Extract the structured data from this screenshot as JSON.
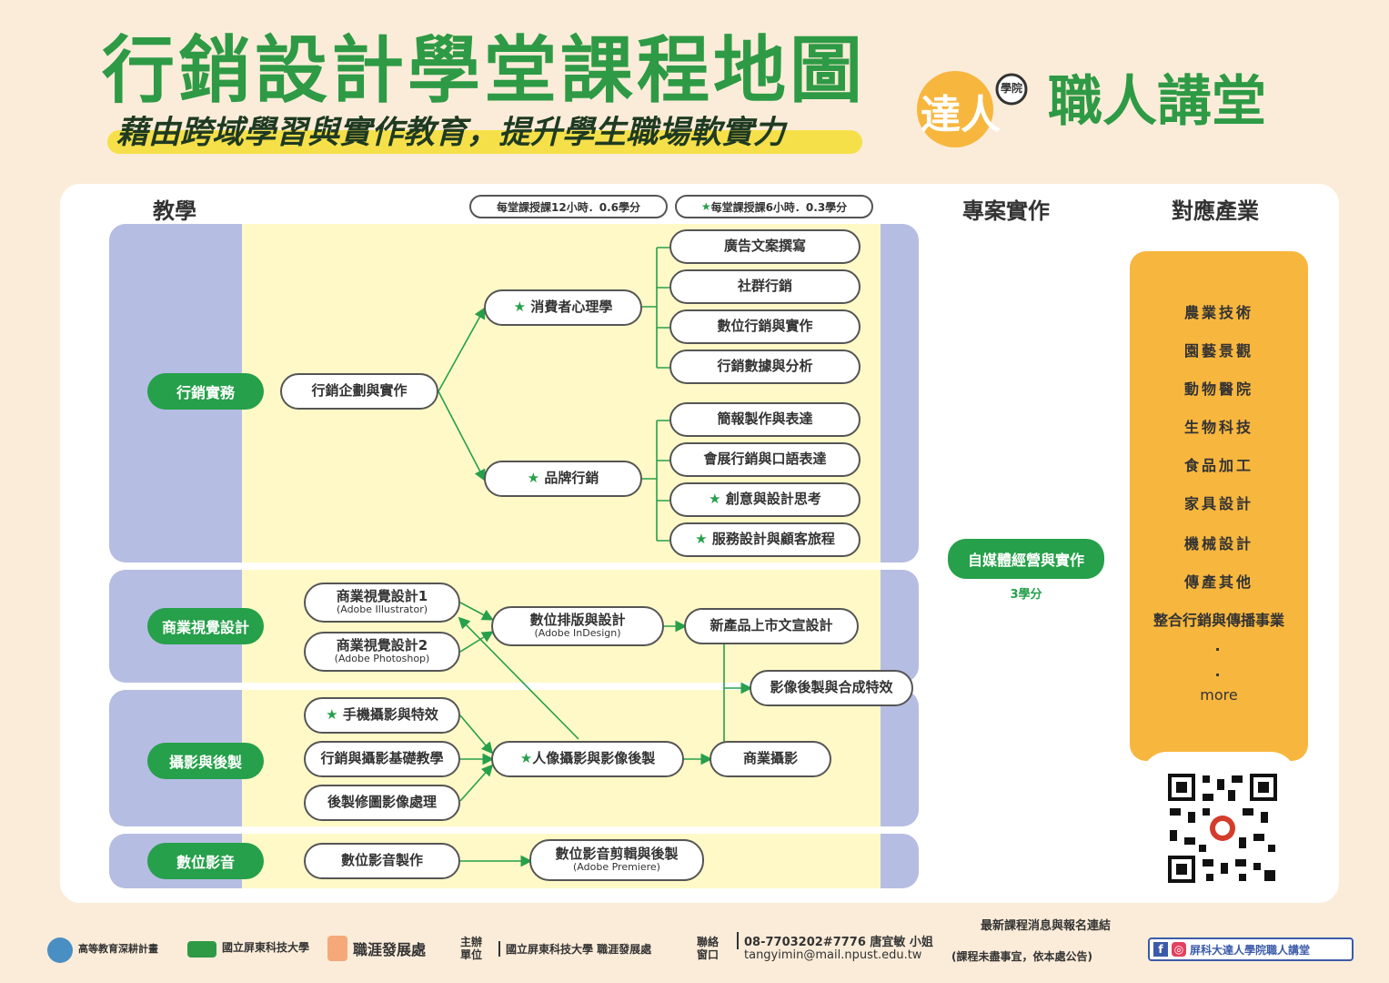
{
  "header": {
    "title": "行銷設計學堂課程地圖",
    "subtitle": "藉由跨域學習與實作教育，提升學生職場軟實力",
    "brand_badge": "達人",
    "brand_badge_small": "學院",
    "brand_name": "職人講堂"
  },
  "columns": {
    "teaching": "教學",
    "project": "專案實作",
    "industry": "對應產業"
  },
  "legend": {
    "normal": "每堂課授課12小時．0.6學分",
    "star": "每堂課授課6小時．0.3學分"
  },
  "star_symbol": "★",
  "categories": [
    "行銷實務",
    "商業視覺設計",
    "攝影與後製",
    "數位影音"
  ],
  "courses": {
    "marketing_plan": "行銷企劃與實作",
    "consumer_psych": "消費者心理學",
    "brand_marketing": "品牌行銷",
    "ad_copy": "廣告文案撰寫",
    "social": "社群行銷",
    "digital_mkt": "數位行銷與實作",
    "mkt_data": "行銷數據與分析",
    "presentation": "簡報製作與表達",
    "expo": "會展行銷與口語表達",
    "creative": "創意與設計思考",
    "service": "服務設計與顧客旅程",
    "cvd1": "商業視覺設計1",
    "cvd1_sub": "(Adobe Illustrator)",
    "cvd2": "商業視覺設計2",
    "cvd2_sub": "(Adobe Photoshop)",
    "layout": "數位排版與設計",
    "layout_sub": "(Adobe InDesign)",
    "launch": "新產品上市文宣設計",
    "postfx": "影像後製與合成特效",
    "mobile_photo": "手機攝影與特效",
    "mkt_photo": "行銷與攝影基礎教學",
    "retouch": "後製修圖影像處理",
    "portrait": "人像攝影與影像後製",
    "commercial": "商業攝影",
    "video": "數位影音製作",
    "editing": "數位影音剪輯與後製",
    "editing_sub": "(Adobe Premiere)"
  },
  "project": {
    "name": "自媒體經營與實作",
    "credits": "3學分"
  },
  "industries": [
    "農業技術",
    "園藝景觀",
    "動物醫院",
    "生物科技",
    "食品加工",
    "家具設計",
    "機械設計",
    "傳產其他",
    "整合行銷與傳播事業",
    ".",
    ".",
    "more"
  ],
  "footer": {
    "latest": "最新課程消息與報名連結",
    "logo1": "高等教育深耕計畫",
    "logo2": "國立屏東科技大學",
    "logo3": "職涯發展處",
    "host_label": "主辦單位",
    "host": "國立屏東科技大學 職涯發展處",
    "contact_label": "聯絡窗口",
    "phone": "08-7703202#7776 唐宜敏 小姐",
    "email": "tangyimin@mail.npust.edu.tw",
    "note": "(課程未盡事宜，依本處公告)",
    "fb_name": "屏科大達人學院職人講堂",
    "fb_icon": "f",
    "ig_icon": "◎"
  },
  "colors": {
    "green": "#26a04a",
    "yellow_band": "#fff9c7",
    "purple": "#b6bde3",
    "orange": "#f7b63e",
    "bg": "#fbecd9"
  }
}
